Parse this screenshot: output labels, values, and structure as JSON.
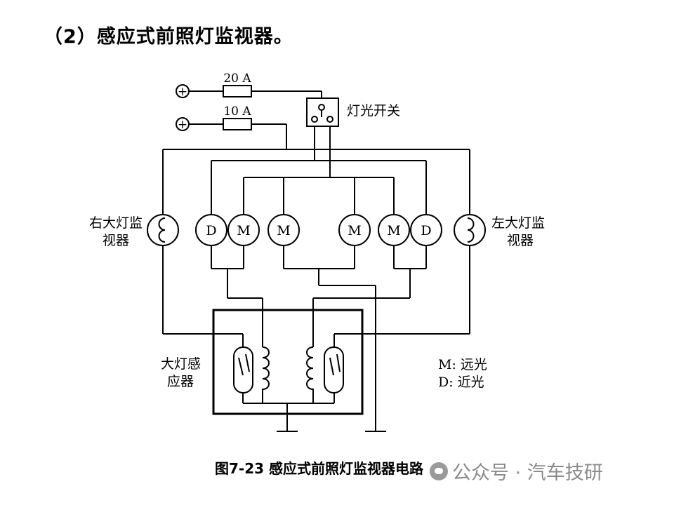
{
  "heading": "（2）感应式前照灯监视器。",
  "diagram": {
    "fuse_20a": "20 A",
    "fuse_10a": "10 A",
    "light_switch": "灯光开关",
    "right_monitor_l1": "右大灯监",
    "right_monitor_l2": "视器",
    "left_monitor_l1": "左大灯监",
    "left_monitor_l2": "视器",
    "sensor_l1": "大灯感",
    "sensor_l2": "应器",
    "high_beam_symbol": "M",
    "low_beam_symbol": "D",
    "legend_m": "M: 远光",
    "legend_d": "D: 近光",
    "plus_symbol": "+"
  },
  "caption": "图7-23  感应式前照灯监视器电路",
  "watermark": "公众号 · 汽车技研"
}
